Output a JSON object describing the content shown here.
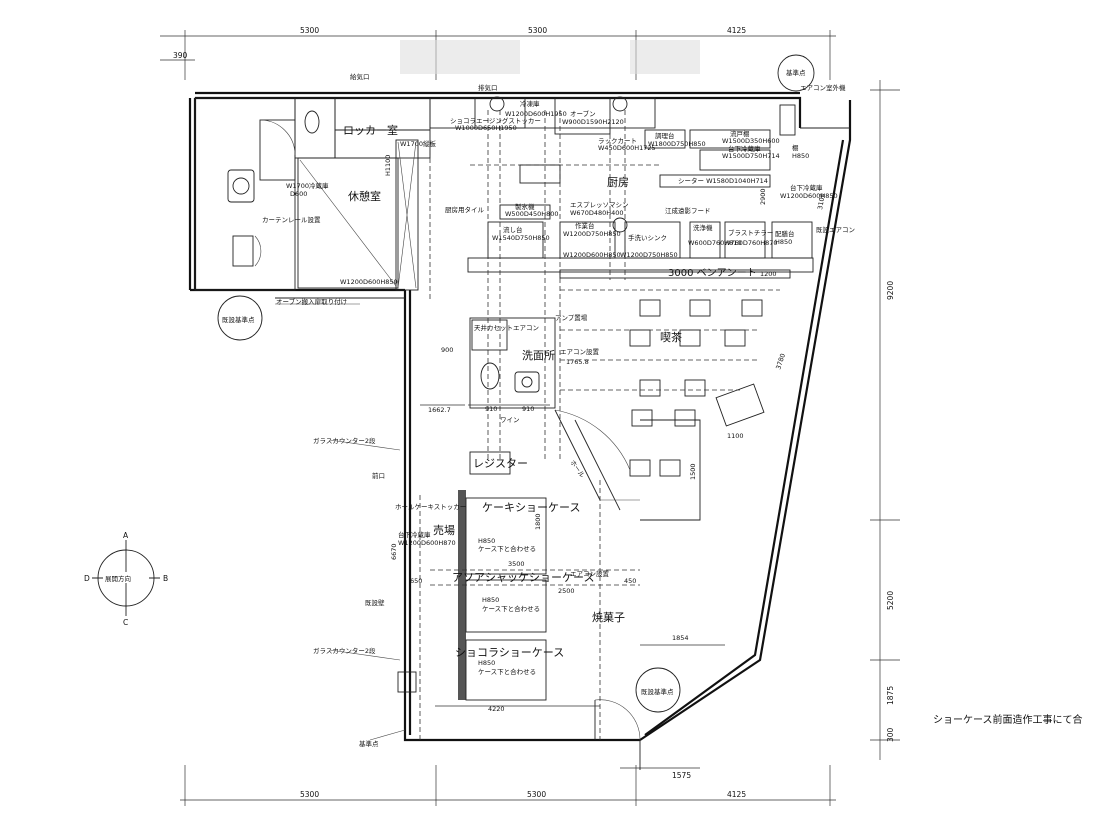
{
  "dims": {
    "top": [
      "5300",
      "5300",
      "4125"
    ],
    "bottom": [
      "5300",
      "5300",
      "4125"
    ],
    "top_left_small": "390",
    "right_upper": "9200",
    "right_middle": "5200",
    "right_lower": "1875",
    "right_bottom": "300",
    "bottom_right_small": "1575"
  },
  "rooms": {
    "locker": "ロッカー室",
    "rest": "休憩室",
    "kitchen": "厨房",
    "washroom": "洗面所",
    "sales": "売場",
    "lounge": "喫茶",
    "register": "レジスター",
    "cake_case": "ケーキショーケース",
    "assort_case": "アソアシャッケショーケース",
    "chocolat_case": "ショコラショーケース",
    "baked_goods": "焼菓子"
  },
  "labels": {
    "exhaust": "給気口",
    "exhaust2": "排気口",
    "freezer": "冷凍庫",
    "w1200": "W1200D600H1950",
    "choco_stocker": "ショコラエージングストッカー",
    "w1000": "W1000D650H1950",
    "oven": "オーブン",
    "w900": "W900D1590H2120",
    "rack_cart": "ラックカート",
    "w450": "W450D600H1725",
    "work_table": "調理台",
    "w1800": "W1800D750H850",
    "sink_table": "流戸棚",
    "w1500": "W1500D350H600",
    "under_fridge": "台下冷蔵庫",
    "w1500b": "W1500D750H714",
    "heater": "シーター W1580D1040H714",
    "shelf": "棚",
    "h850": "H850",
    "under_fridge2": "台下冷蔵庫",
    "w1200b": "W1200D600H850",
    "kitchen_tile": "厨房用タイル",
    "ice_machine": "製氷機",
    "w500": "W500D450H800",
    "espresso": "エスプレッソマシン",
    "w670": "W670D480H400",
    "range_hood": "江成遠影フード",
    "sink": "流し台",
    "w1540": "W1540D750H850",
    "sink2": "作業台",
    "w1200c": "W1200D750H850",
    "w1200d": "W1200D600H850",
    "hand_sink": "手洗いシンク",
    "w1200e": "W1200D750H850",
    "washer": "洗浄機",
    "w600": "W600D760H810",
    "blast_chiller": "ブラストチラー",
    "w760": "W760D760H870",
    "delivery": "配膳台",
    "h850b": "H850",
    "aircon_unit": "エアコン室外機",
    "ceiling_aircon": "天井カセットエアコン",
    "counter": "3000 ベンアンート",
    "lamp": "アンプ置場",
    "aircon": "エアコン設置",
    "dim1765": "1765.8",
    "curtain": "カーテンレール設置",
    "w1700": "W1700縦板",
    "w1700b": "W1700冷蔵庫",
    "d600": "D600",
    "h1100": "H1100",
    "oven_bring": "オーブン搬入扉取り付け",
    "glass_counter": "ガラスカウンター2段",
    "wine": "ワイン",
    "dim910a": "910",
    "dim910b": "910",
    "dim900": "900",
    "dim1662": "1662.7",
    "dim6670": "6670",
    "dim2500": "2500",
    "dim3500": "3500",
    "dim4220": "4220",
    "dim1854": "1854",
    "dim1500": "1500",
    "dim1800": "1800",
    "dim650": "650",
    "dim450": "450",
    "dim1100": "1100",
    "dim1200": "1200",
    "dim3780": "3780",
    "dim2900": "2900",
    "dim3100": "3100",
    "w1200f": "W1200D600H870",
    "h850c": "H850",
    "case_match": "ケース下と合わせる",
    "case_match2": "ケース下と合わせる",
    "case_match3": "ケース下と合わせる",
    "h850d": "H850",
    "h850e": "H850",
    "cake_stocker": "ホールケーキストッカー",
    "under_fridge3": "台下冷蔵庫",
    "aircon2": "エアコン設置",
    "base_point": "基準点",
    "base_point2": "基準点",
    "base_point3": "既設基準点",
    "base_point4": "既設基準点",
    "existing_wall": "既設壁",
    "entrance": "前口",
    "aircon3": "既設エアコン",
    "gap": "ホール"
  },
  "compass": {
    "caption": "展開方向",
    "north": "A",
    "east": "B",
    "south": "C",
    "west": "D"
  },
  "note": "ショーケース前面造作工事にて合"
}
